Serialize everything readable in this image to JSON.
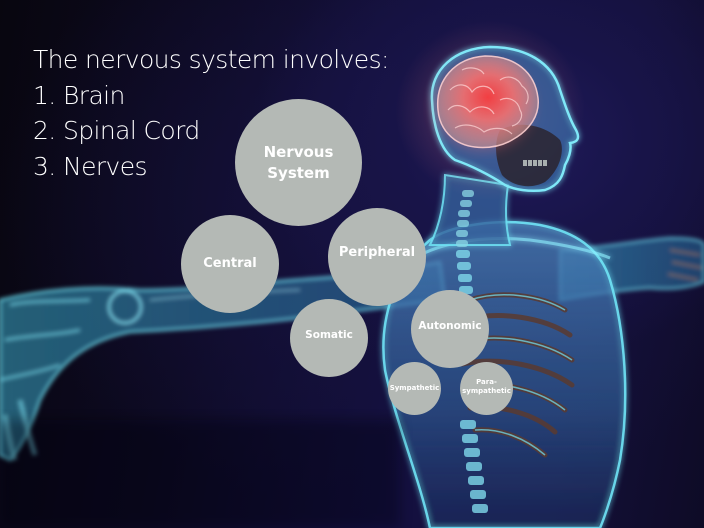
{
  "slide": {
    "intro": {
      "heading": "The nervous system involves:",
      "items": [
        "1. Brain",
        "2. Spinal Cord",
        "3. Nerves"
      ]
    },
    "diagram": {
      "bubble_color": "#b4b9b5",
      "text_color": "#ffffff",
      "nodes": [
        {
          "id": "nervous-system",
          "label_line1": "Nervous",
          "label_line2": "System",
          "level": 0
        },
        {
          "id": "central",
          "label": "Central",
          "level": 1,
          "parent": "nervous-system"
        },
        {
          "id": "peripheral",
          "label": "Peripheral",
          "level": 1,
          "parent": "nervous-system"
        },
        {
          "id": "somatic",
          "label": "Somatic",
          "level": 2,
          "parent": "peripheral"
        },
        {
          "id": "autonomic",
          "label": "Autonomic",
          "level": 2,
          "parent": "peripheral"
        },
        {
          "id": "sympathetic",
          "label": "Sympathetic",
          "level": 3,
          "parent": "autonomic"
        },
        {
          "id": "parasympathetic",
          "label_line1": "Para-",
          "label_line2": "sympathetic",
          "level": 3,
          "parent": "autonomic"
        }
      ]
    },
    "background": {
      "image": "human-figure-xray-illustration",
      "brain_color": "#ff4a4a",
      "body_glow_color": "#5fd6ef"
    }
  }
}
